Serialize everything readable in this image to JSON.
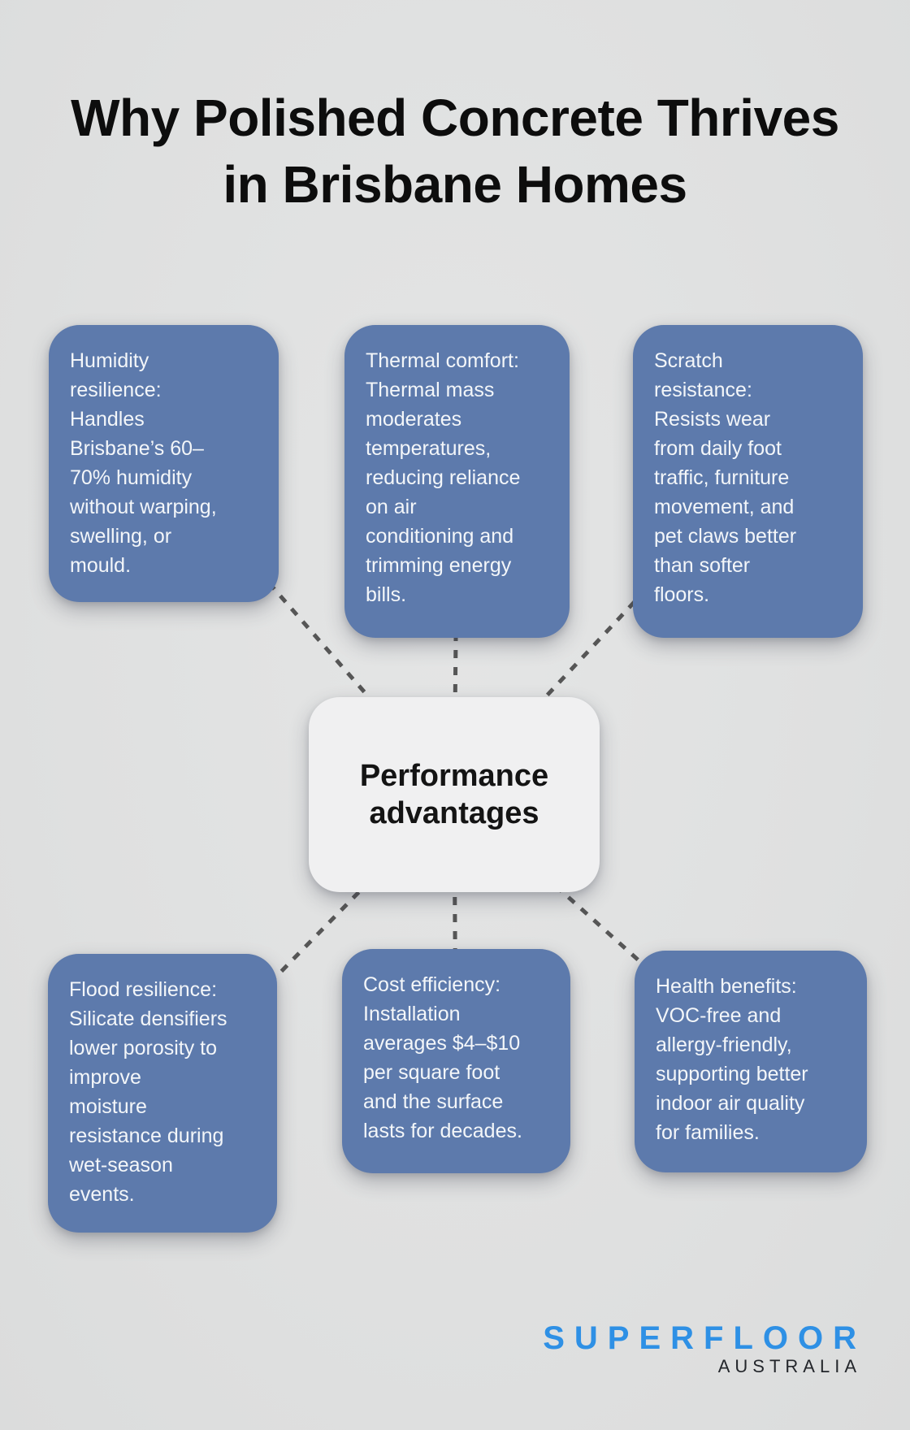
{
  "title": {
    "lines": [
      "Why Polished Concrete Thrives",
      "in Brisbane Homes"
    ]
  },
  "center_node": {
    "lines": [
      "Performance",
      "advantages"
    ]
  },
  "cards": [
    {
      "name": "humidity-resilience",
      "position": "top-left",
      "lines": [
        "Humidity",
        "resilience:",
        "Handles",
        "Brisbane’s 60–",
        "70% humidity",
        "without warping,",
        "swelling, or",
        "mould."
      ]
    },
    {
      "name": "thermal-comfort",
      "position": "top-middle",
      "lines": [
        "Thermal comfort:",
        "Thermal mass",
        "moderates",
        "temperatures,",
        "reducing reliance",
        "on air",
        "conditioning and",
        "trimming energy",
        "bills."
      ]
    },
    {
      "name": "scratch-resistance",
      "position": "top-right",
      "lines": [
        "Scratch",
        "resistance:",
        "Resists wear",
        "from daily foot",
        "traffic, furniture",
        "movement, and",
        "pet claws better",
        "than softer",
        "floors."
      ]
    },
    {
      "name": "flood-resilience",
      "position": "bottom-left",
      "lines": [
        "Flood resilience:",
        "Silicate densifiers",
        "lower porosity to",
        "improve",
        "moisture",
        "resistance during",
        "wet-season",
        "events."
      ]
    },
    {
      "name": "cost-efficiency",
      "position": "bottom-middle",
      "lines": [
        "Cost efficiency:",
        "Installation",
        "averages $4–$10",
        "per square foot",
        "and the surface",
        "lasts for decades."
      ]
    },
    {
      "name": "health-benefits",
      "position": "bottom-right",
      "lines": [
        "Health benefits:",
        "VOC-free and",
        "allergy-friendly,",
        "supporting better",
        "indoor air quality",
        "for families."
      ]
    }
  ],
  "logo": {
    "brand": "SUPERFLOOR",
    "region": "AUSTRALIA"
  },
  "colors": {
    "background": "#dfe0e0",
    "card_blue": "#5d7aac",
    "card_text": "#f3f6f9",
    "center_bg": "#f0f0f1",
    "center_text": "#141414",
    "dash": "#565656",
    "title_color": "#0d0d0d",
    "logo_blue": "#2e90e5",
    "logo_dark": "#23262b"
  }
}
